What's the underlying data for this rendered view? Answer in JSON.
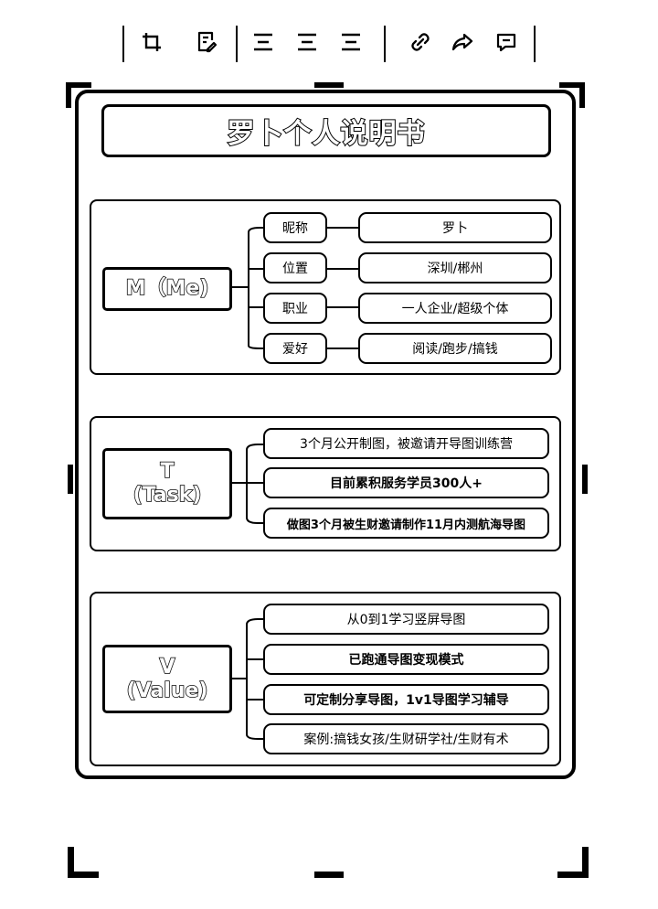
{
  "toolbar": {
    "buttons": [
      {
        "icon": "crop-icon"
      },
      {
        "icon": "edit-note-icon"
      },
      {
        "icon": "align-left-icon"
      },
      {
        "icon": "align-center-icon"
      },
      {
        "icon": "align-right-icon"
      },
      {
        "icon": "link-icon"
      },
      {
        "icon": "share-icon"
      },
      {
        "icon": "comment-icon"
      }
    ]
  },
  "card": {
    "title": "罗卜个人说明书",
    "sections": [
      {
        "label_lines": [
          "M（Me)"
        ],
        "items": [
          {
            "key": "昵称",
            "value": "罗卜"
          },
          {
            "key": "位置",
            "value": "深圳/郴州"
          },
          {
            "key": "职业",
            "value": "一人企业/超级个体"
          },
          {
            "key": "爱好",
            "value": "阅读/跑步/搞钱"
          }
        ]
      },
      {
        "label_lines": [
          "T",
          "(Task)"
        ],
        "items": [
          "3个月公开制图，被邀请开导图训练营",
          "目前累积服务学员300人+",
          "做图3个月被生财邀请制作11月内测航海导图"
        ]
      },
      {
        "label_lines": [
          "V",
          "(Value)"
        ],
        "items": [
          "从0到1学习竖屏导图",
          "已跑通导图变现模式",
          "可定制分享导图，1v1导图学习辅导",
          "案例:搞钱女孩/生财研学社/生财有术"
        ]
      }
    ]
  }
}
